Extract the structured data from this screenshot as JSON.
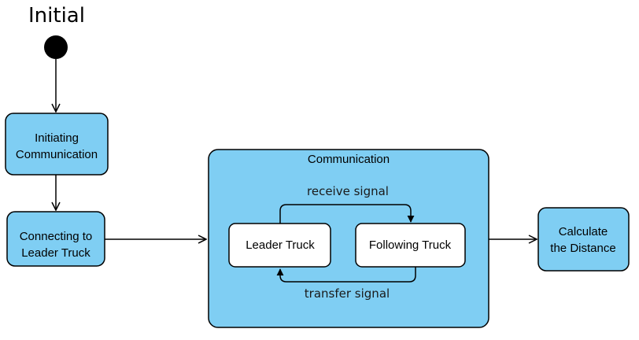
{
  "diagram": {
    "title": "Initial",
    "colors": {
      "state_fill": "#7fcef3",
      "inner_state_fill": "#ffffff",
      "stroke": "#000000",
      "initial_node": "#000000"
    },
    "states": {
      "initiating": {
        "line1": "Initiating",
        "line2": "Communication"
      },
      "connecting": {
        "line1": "Connecting to",
        "line2": "Leader Truck"
      },
      "calculate": {
        "line1": "Calculate",
        "line2": "the Distance"
      }
    },
    "composite": {
      "label": "Communication",
      "leader": "Leader Truck",
      "following": "Following Truck",
      "receive_label": "receive signal",
      "transfer_label": "transfer signal"
    }
  }
}
